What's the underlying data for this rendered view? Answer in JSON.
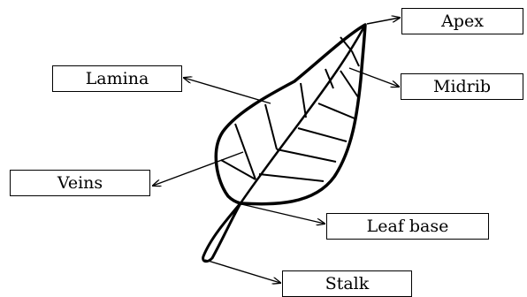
{
  "labels": {
    "apex": "Apex",
    "lamina": "Lamina",
    "midrib": "Midrib",
    "veins": "Veins",
    "leaf_base": "Leaf base",
    "stalk": "Stalk"
  },
  "colors": {
    "stroke": "#000000",
    "background": "#ffffff"
  }
}
